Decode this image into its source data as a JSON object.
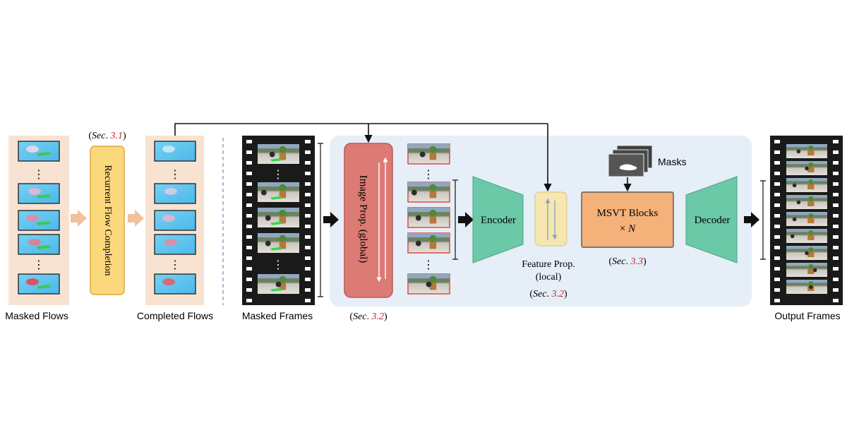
{
  "labels": {
    "masked_flows": "Masked Flows",
    "completed_flows": "Completed Flows",
    "masked_frames": "Masked Frames",
    "output_frames": "Output Frames",
    "masks": "Masks"
  },
  "modules": {
    "recurrent_flow_completion": "Recurrent Flow Completion",
    "image_prop": "Image Prop. (global)",
    "encoder": "Encoder",
    "decoder": "Decoder",
    "msvt_title": "MSVT Blocks",
    "msvt_times": "×",
    "msvt_n": "N",
    "feature_prop_line1": "Feature Prop.",
    "feature_prop_line2": "(local)"
  },
  "sections": {
    "sec_31": {
      "prefix": "(",
      "word": "Sec",
      "dot": ". ",
      "num": "3.1",
      "suffix": ")"
    },
    "sec_32_image": {
      "prefix": "(",
      "word": "Sec",
      "dot": ". ",
      "num": "3.2",
      "suffix": ")"
    },
    "sec_32_feature": {
      "prefix": "(",
      "word": "Sec",
      "dot": ". ",
      "num": "3.2",
      "suffix": ")"
    },
    "sec_33": {
      "prefix": "(",
      "word": "Sec",
      "dot": ". ",
      "num": "3.3",
      "suffix": ")"
    }
  },
  "ellipsis": "⋮",
  "colors": {
    "flow_panel": "#f8e3d2",
    "rfc_fill": "#fcd87c",
    "rfc_stroke": "#e0a93a",
    "main_region": "#e6eef7",
    "image_prop_fill": "#dc7a74",
    "image_prop_stroke": "#b75a55",
    "encoder_fill": "#6cc9a8",
    "feature_prop_fill": "#f6e7b0",
    "msvt_fill": "#f4b17a",
    "msvt_stroke": "#5a5a5a",
    "orange_arrow": "#f2c09c",
    "sec_number_red": "#c0282d",
    "film_black": "#1a1a1a",
    "flow_cyan": "#5ec6ee"
  }
}
